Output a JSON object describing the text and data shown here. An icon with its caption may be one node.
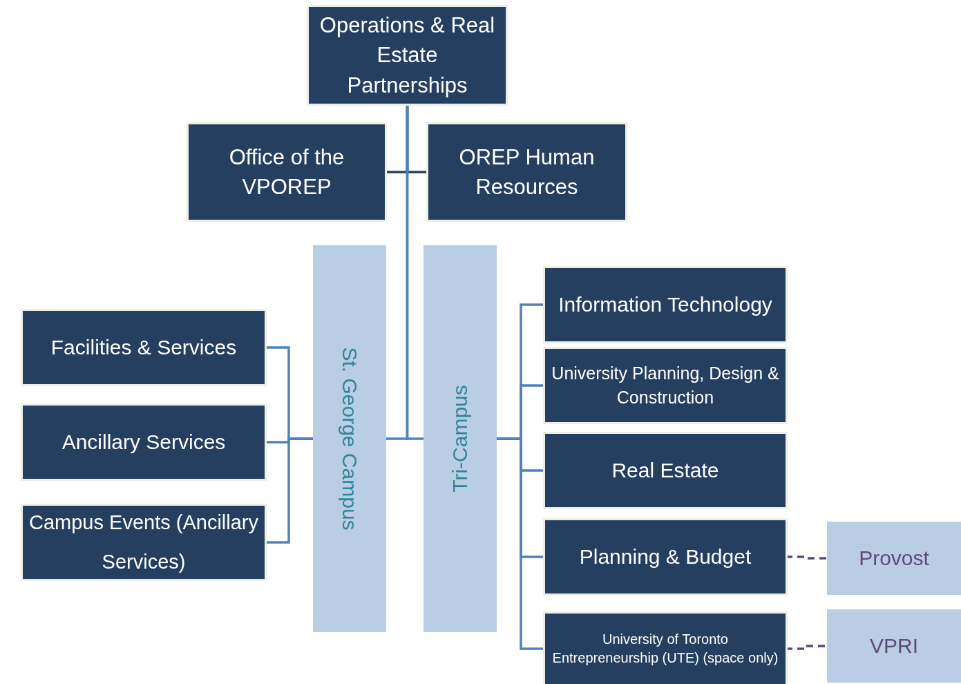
{
  "diagram": {
    "nodes": [
      {
        "text": [
          "Operations & Real Estate Partnerships"
        ]
      },
      {
        "text": [
          "Office of the VPOREP"
        ]
      },
      {
        "text": [
          "OREP Human Resources"
        ]
      },
      {
        "text": [
          "St. George Campus"
        ]
      },
      {
        "text": [
          "Tri-Campus"
        ]
      },
      {
        "text": [
          "Facilities & Services"
        ]
      },
      {
        "text": [
          "Ancillary Services"
        ]
      },
      {
        "text": [
          "Campus Events (Ancillary Services)"
        ]
      },
      {
        "text": [
          "Information Technology"
        ]
      },
      {
        "text": [
          "University Planning, Design & Construction"
        ]
      },
      {
        "text": [
          "Real Estate"
        ]
      },
      {
        "text": [
          "Planning & Budget"
        ]
      },
      {
        "text": [
          "University of Toronto Entrepreneurship (UTE) (space only)"
        ]
      },
      {
        "text": [
          "Provost"
        ]
      },
      {
        "text": [
          "VPRI"
        ]
      }
    ],
    "edges": [
      {
        "from": 0,
        "to": 1,
        "arrow": "none",
        "color": "#243f60"
      },
      {
        "from": 0,
        "to": 2,
        "arrow": "none",
        "color": "#243f60"
      },
      {
        "from": 0,
        "to": 3,
        "arrow": "none"
      },
      {
        "from": 0,
        "to": 4,
        "arrow": "none"
      },
      {
        "from": 3,
        "to": 5,
        "arrow": "none"
      },
      {
        "from": 3,
        "to": 6,
        "arrow": "none"
      },
      {
        "from": 3,
        "to": 7,
        "arrow": "none"
      },
      {
        "from": 4,
        "to": 8,
        "arrow": "none"
      },
      {
        "from": 4,
        "to": 9,
        "arrow": "none"
      },
      {
        "from": 4,
        "to": 10,
        "arrow": "none"
      },
      {
        "from": 4,
        "to": 11,
        "arrow": "none"
      },
      {
        "from": 4,
        "to": 12,
        "arrow": "none"
      },
      {
        "from": 11,
        "to": 13,
        "arrow": "none",
        "style": "dashed",
        "color": "#5f497a"
      },
      {
        "from": 12,
        "to": 14,
        "arrow": "none",
        "style": "dashed",
        "color": "#5f497a"
      }
    ]
  }
}
